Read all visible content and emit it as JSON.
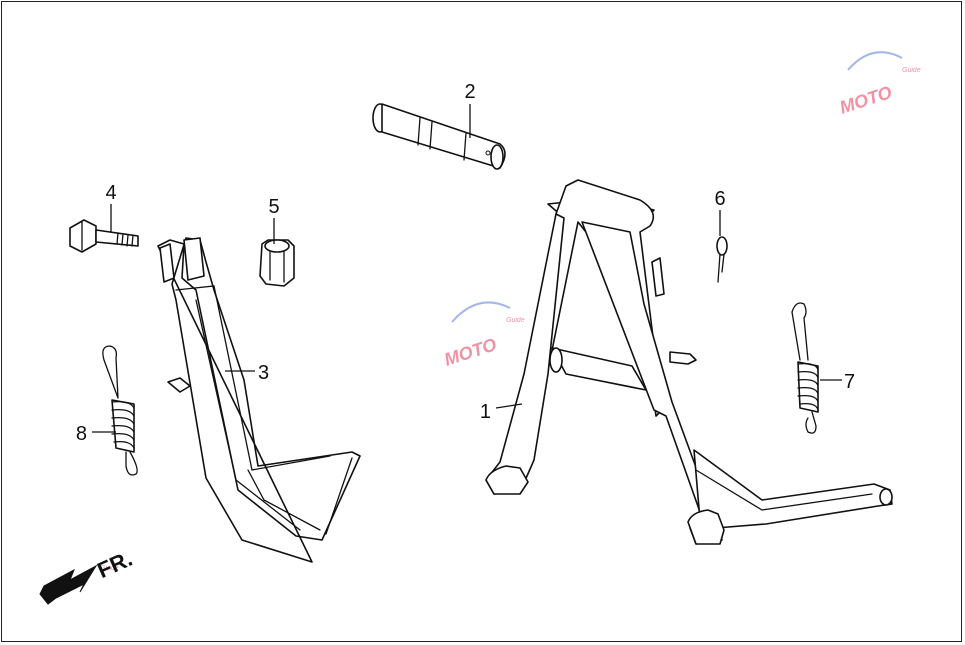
{
  "diagram": {
    "callouts": [
      {
        "id": "1",
        "label": "1"
      },
      {
        "id": "2",
        "label": "2"
      },
      {
        "id": "3",
        "label": "3"
      },
      {
        "id": "4",
        "label": "4"
      },
      {
        "id": "5",
        "label": "5"
      },
      {
        "id": "6",
        "label": "6"
      },
      {
        "id": "7",
        "label": "7"
      },
      {
        "id": "8",
        "label": "8"
      }
    ],
    "direction_label": "FR.",
    "watermark": {
      "brand": "MOTO",
      "tagline": "Guide"
    }
  }
}
